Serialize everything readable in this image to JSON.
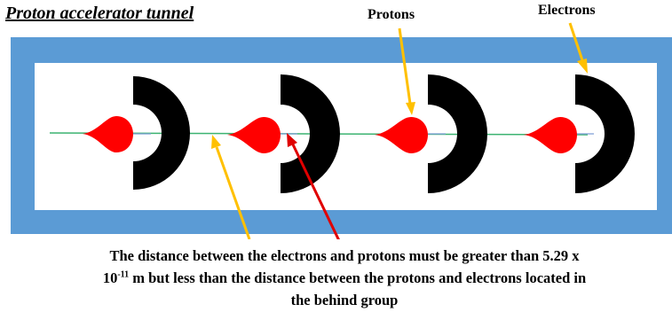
{
  "title": "Proton accelerator tunnel",
  "labels": {
    "protons": "Protons",
    "electrons": "Electrons"
  },
  "caption": {
    "line1": "The distance between the electrons and protons must be greater than 5.29 x",
    "line2_base": "10",
    "line2_exponent": "-11",
    "line2_rest": " m but less than the distance between the protons and electrons located in",
    "line3": "the behind group"
  },
  "colors": {
    "tunnel_frame": "#5b9bd5",
    "tunnel_interior": "#ffffff",
    "proton": "#ff0000",
    "electron": "#000000",
    "beam_line": "#3cb371",
    "yellow_arrow": "#ffc000",
    "red_arrow": "#e00000"
  },
  "groups": [
    {
      "name": "group-1"
    },
    {
      "name": "group-2"
    },
    {
      "name": "group-3"
    },
    {
      "name": "group-4"
    }
  ]
}
